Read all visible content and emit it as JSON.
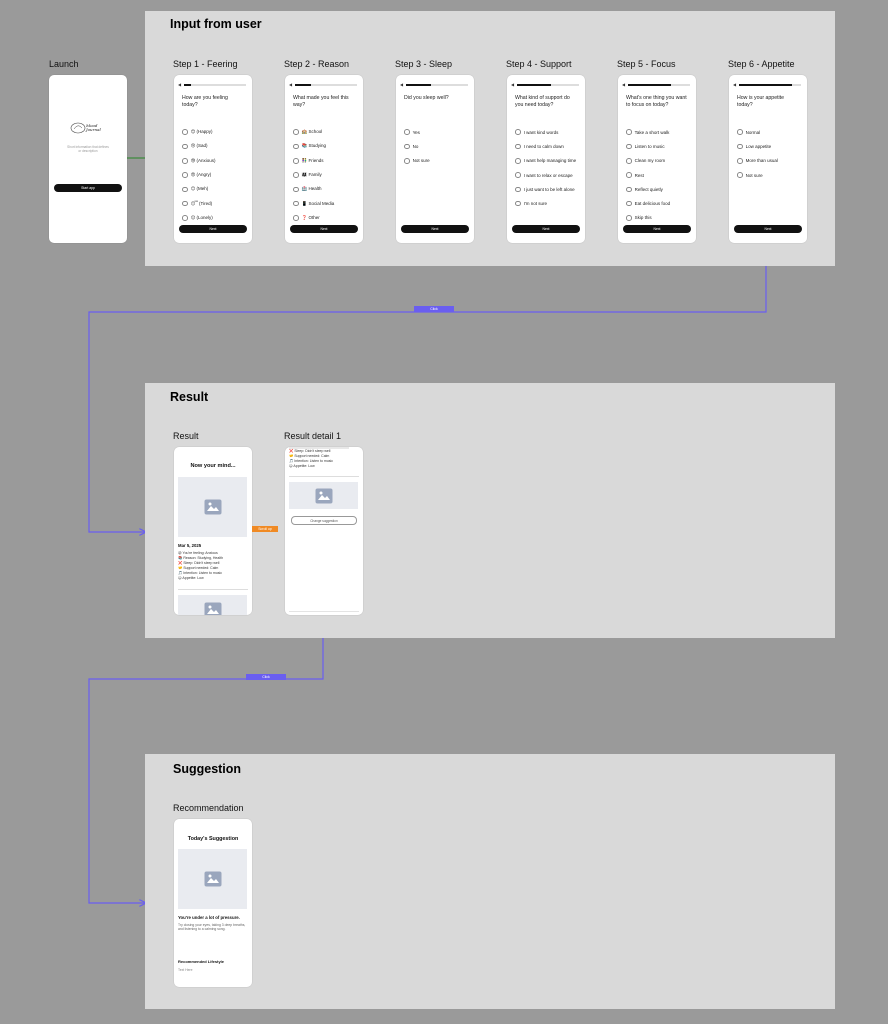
{
  "sections": {
    "input": "Input from user",
    "result": "Result",
    "suggestion": "Suggestion"
  },
  "launch": {
    "label": "Launch",
    "logo": "Mood Journal",
    "subtitle": "Short information that defines\nor description",
    "button": "Start app"
  },
  "steps": [
    {
      "label": "Step 1 - Feering",
      "progress": 0.12,
      "question": "How are you feeling today?",
      "options": [
        "😊 (Happy)",
        "😢 (Sad)",
        "😰 (Anxious)",
        "😡 (Angry)",
        "😐 (Meh)",
        "😴 (Tired)",
        "😔 (Lonely)"
      ],
      "button": "Next"
    },
    {
      "label": "Step 2 -  Reason",
      "progress": 0.25,
      "question": "What made you feel this way?",
      "options": [
        "🏫 School",
        "📚 Studying",
        "👫 Friends",
        "👨‍👩‍👧 Family",
        "🏥 Health",
        "📱 Social Media",
        "❓ Other"
      ],
      "button": "Next"
    },
    {
      "label": "Step 3 - Sleep",
      "progress": 0.4,
      "question": "Did you sleep well?",
      "options": [
        "Yes",
        "No",
        "Not sure"
      ],
      "button": "Next"
    },
    {
      "label": "Step 4 - Support",
      "progress": 0.55,
      "question": "What kind of support do you need today?",
      "options": [
        "I want kind words",
        "I need to calm down",
        "I want help managing time",
        "I want to relax or escape",
        "I just want to be left alone",
        "I'm not sure"
      ],
      "button": "Next"
    },
    {
      "label": "Step 5 - Focus",
      "progress": 0.7,
      "question": "What's one thing you want to focus on today?",
      "options": [
        "Take a short walk",
        "Listen to music",
        "Clean my room",
        "Rest",
        "Reflect quietly",
        "Eat delicious food",
        "Skip this"
      ],
      "button": "Next"
    },
    {
      "label": "Step 6 - Appetite",
      "progress": 0.85,
      "question": "How is your appetite today?",
      "options": [
        "Normal",
        "Low appetite",
        "More than usual",
        "Not sure"
      ],
      "button": "Next"
    }
  ],
  "connectors": {
    "click1": "Click",
    "scroll": "Scroll up",
    "click2": "Click"
  },
  "result": {
    "label": "Result",
    "title": "Now your mind...",
    "date": "Mar 5, 2025",
    "lines": [
      "😰 You're feeling: Anxious",
      "📚 Reason: Studying, Health",
      "❌ Sleep: Didn't sleep well",
      "🤝 Support needed: Calm",
      "🎵 Intention: Listen to music",
      "😐 Appetite: Low"
    ]
  },
  "result_detail": {
    "label": "Result detail 1",
    "lines": [
      "❌ Sleep: Didn't sleep well",
      "🤝 Support needed: Calm",
      "🎵 Intention: Listen to music",
      "😐 Appetite: Low"
    ],
    "button": "Change suggestion"
  },
  "recommendation": {
    "label": "Recommendation",
    "title": "Today's Suggestion",
    "headline": "You're under a lot of pressure.",
    "body": "Try closing your eyes, taking 3 deep breaths, and listening to a calming song.",
    "lifestyle_title": "Recommended Lifestyle",
    "lifestyle_text": "Text Here"
  },
  "colors": {
    "canvas": "#9a9a9a",
    "section": "#d9d9d9",
    "flow_green": "#3f8a3f",
    "flow_purple": "#6a5ef0",
    "orange": "#f08a24"
  }
}
